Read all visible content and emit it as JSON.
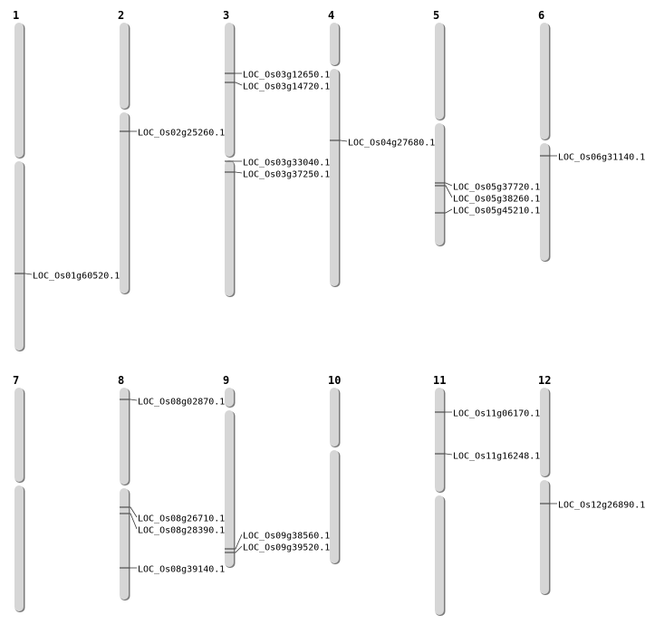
{
  "chromosomes": [
    {
      "label": "1",
      "genes": [
        "LOC_Os01g60520.1"
      ]
    },
    {
      "label": "2",
      "genes": [
        "LOC_Os02g25260.1"
      ]
    },
    {
      "label": "3",
      "genes": [
        "LOC_Os03g12650.1",
        "LOC_Os03g14720.1",
        "LOC_Os03g33040.1",
        "LOC_Os03g37250.1"
      ]
    },
    {
      "label": "4",
      "genes": [
        "LOC_Os04g27680.1"
      ]
    },
    {
      "label": "5",
      "genes": [
        "LOC_Os05g37720.1",
        "LOC_Os05g38260.1",
        "LOC_Os05g45210.1"
      ]
    },
    {
      "label": "6",
      "genes": [
        "LOC_Os06g31140.1"
      ]
    },
    {
      "label": "7",
      "genes": []
    },
    {
      "label": "8",
      "genes": [
        "LOC_Os08g02870.1",
        "LOC_Os08g26710.1",
        "LOC_Os08g28390.1",
        "LOC_Os08g39140.1"
      ]
    },
    {
      "label": "9",
      "genes": [
        "LOC_Os09g38560.1",
        "LOC_Os09g39520.1"
      ]
    },
    {
      "label": "10",
      "genes": []
    },
    {
      "label": "11",
      "genes": [
        "LOC_Os11g06170.1",
        "LOC_Os11g16248.1"
      ]
    },
    {
      "label": "12",
      "genes": [
        "LOC_Os12g26890.1"
      ]
    }
  ],
  "colors": {
    "chromosome": "#d6d6d6",
    "shadow": "#7a7a7a",
    "marker": "#333333"
  }
}
